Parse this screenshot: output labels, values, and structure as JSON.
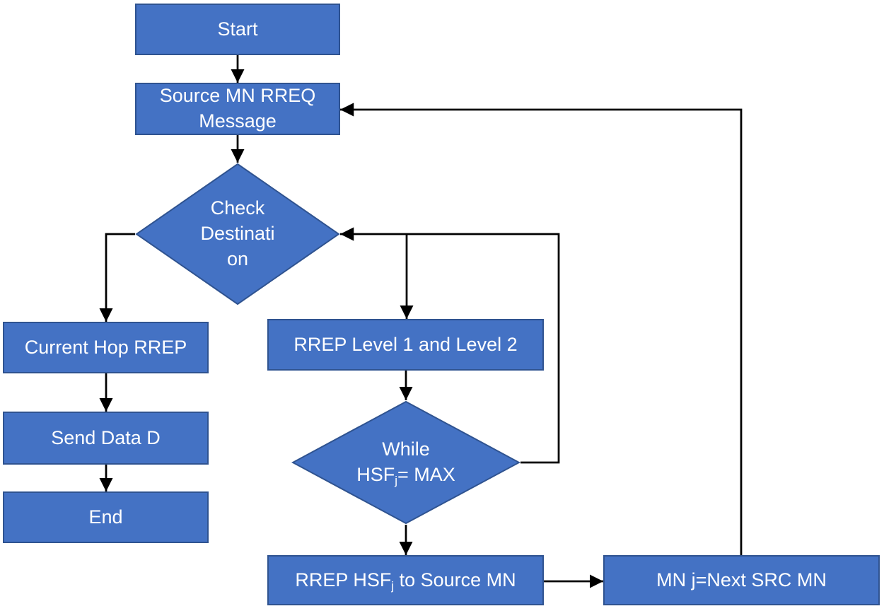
{
  "colors": {
    "background": "#ffffff",
    "shape_fill": "#4472c4",
    "shape_border": "#2f5390",
    "shape_text": "#ffffff",
    "arrow": "#000000"
  },
  "nodes": {
    "start": {
      "label": "Start"
    },
    "source_rreq": {
      "label": "Source MN RREQ Message"
    },
    "check_destination": {
      "lines": [
        "Check",
        "Destinati",
        "on"
      ]
    },
    "current_hop_rrep": {
      "label": "Current Hop RREP"
    },
    "send_data": {
      "label": "Send Data D"
    },
    "end": {
      "label": "End"
    },
    "rrep_levels": {
      "label": "RREP Level 1 and Level 2"
    },
    "while_hsf": {
      "line1": "While",
      "line2_pre": "HSF",
      "line2_sub": "j",
      "line2_post": "= MAX"
    },
    "rrep_hsf": {
      "pre": "RREP HSF",
      "sub": "j",
      "post": " to Source MN"
    },
    "mn_next": {
      "label": "MN j=Next SRC MN"
    }
  },
  "connections": [
    {
      "from": "start",
      "to": "source_rreq"
    },
    {
      "from": "source_rreq",
      "to": "check_destination"
    },
    {
      "from": "check_destination",
      "to": "current_hop_rrep"
    },
    {
      "from": "current_hop_rrep",
      "to": "send_data"
    },
    {
      "from": "send_data",
      "to": "end"
    },
    {
      "from": "check_destination",
      "to": "rrep_levels"
    },
    {
      "from": "rrep_levels",
      "to": "while_hsf"
    },
    {
      "from": "while_hsf",
      "to": "check_destination"
    },
    {
      "from": "while_hsf",
      "to": "rrep_hsf"
    },
    {
      "from": "rrep_hsf",
      "to": "mn_next"
    },
    {
      "from": "mn_next",
      "to": "source_rreq"
    }
  ]
}
